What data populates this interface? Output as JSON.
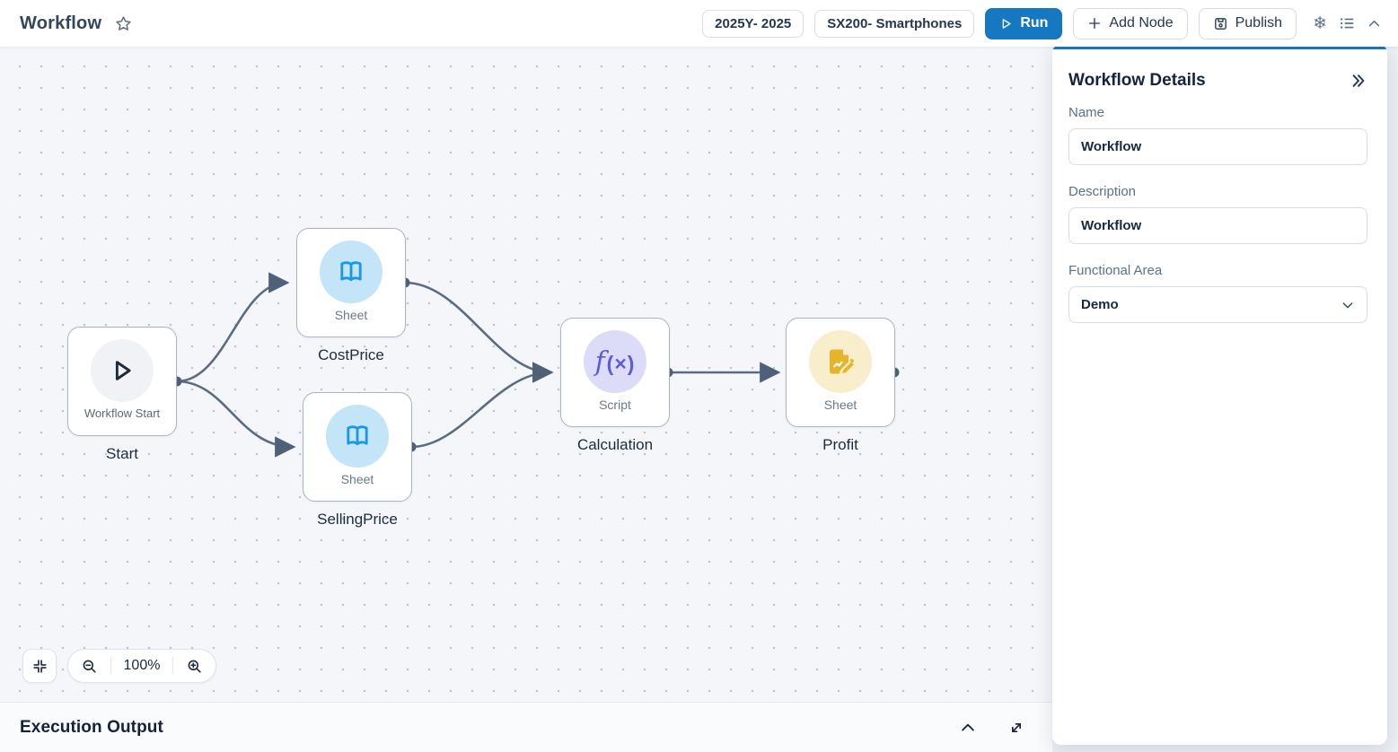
{
  "header": {
    "title": "Workflow",
    "badges": [
      {
        "label": "2025Y- 2025"
      },
      {
        "label": "SX200- Smartphones"
      }
    ],
    "run_label": "Run",
    "add_node_label": "Add Node",
    "publish_label": "Publish"
  },
  "canvas": {
    "zoom_level": "100%",
    "nodes": [
      {
        "id": "start",
        "caption": "Workflow Start",
        "label": "Start",
        "kind": "start"
      },
      {
        "id": "costprice",
        "caption": "Sheet",
        "label": "CostPrice",
        "kind": "sheet"
      },
      {
        "id": "sellingprice",
        "caption": "Sheet",
        "label": "SellingPrice",
        "kind": "sheet"
      },
      {
        "id": "calculation",
        "caption": "Script",
        "label": "Calculation",
        "kind": "script"
      },
      {
        "id": "profit",
        "caption": "Sheet",
        "label": "Profit",
        "kind": "sheet-edit"
      }
    ],
    "script_icon_text": "(×)"
  },
  "execution_output": {
    "title": "Execution Output"
  },
  "panel": {
    "title": "Workflow Details",
    "name_label": "Name",
    "name_value": "Workflow",
    "description_label": "Description",
    "description_value": "Workflow",
    "functional_area_label": "Functional Area",
    "functional_area_value": "Demo"
  },
  "colors": {
    "accent_blue": "#1778c2",
    "edge": "#5b6c82",
    "sheet_icon": "#189ae2",
    "script_icon": "#5e5bd8",
    "edit_icon": "#e6b42a"
  }
}
